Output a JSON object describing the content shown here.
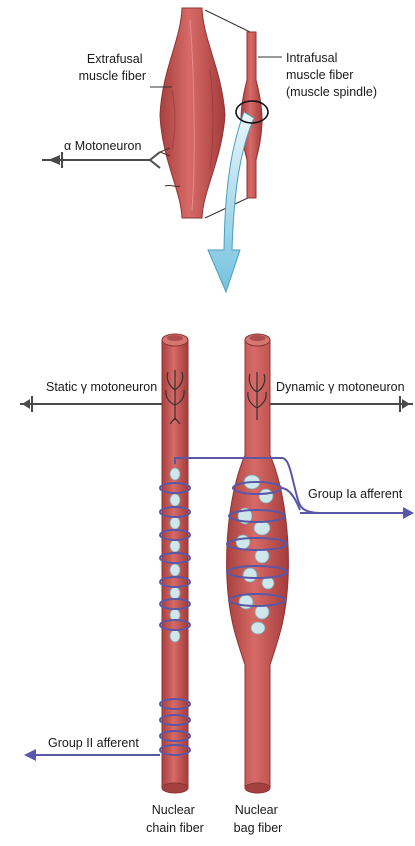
{
  "top_panel": {
    "extrafusal_label": [
      "Extrafusal",
      "muscle fiber"
    ],
    "intrafusal_label": [
      "Intrafusal",
      "muscle fiber",
      "(muscle spindle)"
    ],
    "alpha_label": "α Motoneuron"
  },
  "bottom_panel": {
    "static_label": "Static γ motoneuron",
    "dynamic_label": "Dynamic γ motoneuron",
    "group_ia_label": "Group Ia afferent",
    "group_ii_label": "Group II afferent",
    "chain_label": [
      "Nuclear",
      "chain fiber"
    ],
    "bag_label": [
      "Nuclear",
      "bag fiber"
    ]
  },
  "colors": {
    "muscle": "#c9585a",
    "muscle_dark": "#9b3a3c",
    "muscle_light": "#e08a84",
    "nerve": "#4a4a4a",
    "afferent": "#5a57a6",
    "nucleus": "#cfe6ea",
    "arrow": "#7fc8e2"
  }
}
